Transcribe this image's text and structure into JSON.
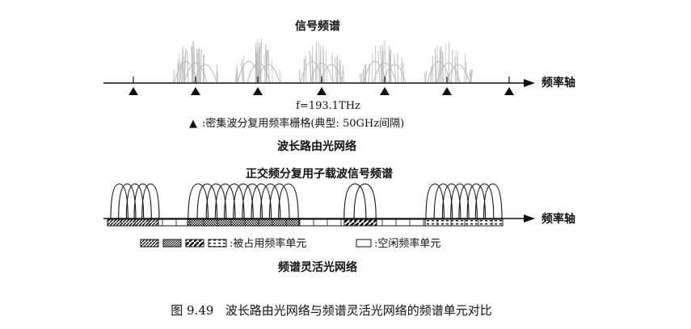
{
  "top": {
    "title": "信号频谱",
    "axis_label": "频率轴",
    "center_frequency": "f=193.1THz",
    "legend_marker": "▲",
    "grid_legend_text": ":密集波分复用频率栅格(典型: 50GHz间隔)",
    "network_label": "波长路由光网络"
  },
  "bottom": {
    "title": "正交频分复用子载波信号频谱",
    "axis_label": "频率轴",
    "occupied_label": ":被占用频率单元",
    "idle_label": ":空闲频率单元",
    "network_label": "频谱灵活光网络"
  },
  "caption": {
    "text": "图 9.49   波长路由光网络与频谱灵活光网络的频谱单元对比"
  },
  "colors": {
    "ink": "#111111",
    "spectrum_gray": "#b5b5b5"
  }
}
